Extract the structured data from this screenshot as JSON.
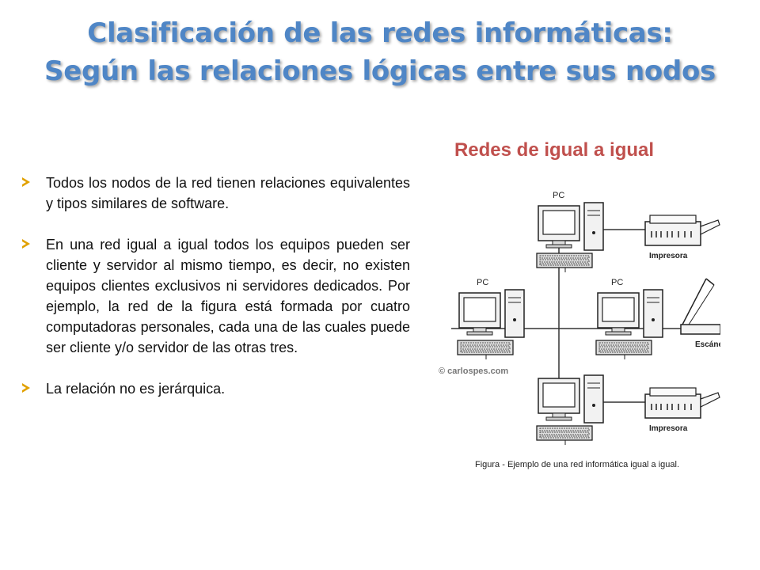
{
  "title": {
    "line1": "Clasificación de las redes informáticas:",
    "line2": "Según las relaciones lógicas entre sus nodos"
  },
  "subtitle": "Redes de igual a igual",
  "bullets": [
    "Todos los nodos de la red tienen relaciones equivalentes y tipos similares de software.",
    "En una red igual a igual todos los equipos pueden ser cliente y servidor al mismo tiempo, es decir, no existen equipos clientes exclusivos ni servidores dedicados. Por ejemplo, la red de la figura está formada por cuatro computadoras personales, cada una de las cuales puede ser cliente y/o servidor de las otras tres.",
    "La relación no es jerárquica."
  ],
  "figure": {
    "pc_label": "PC",
    "printer_label": "Impresora",
    "scanner_label": "Escáner",
    "copyright": "© carlospes.com",
    "caption": "Figura - Ejemplo de una red informática igual a igual."
  }
}
